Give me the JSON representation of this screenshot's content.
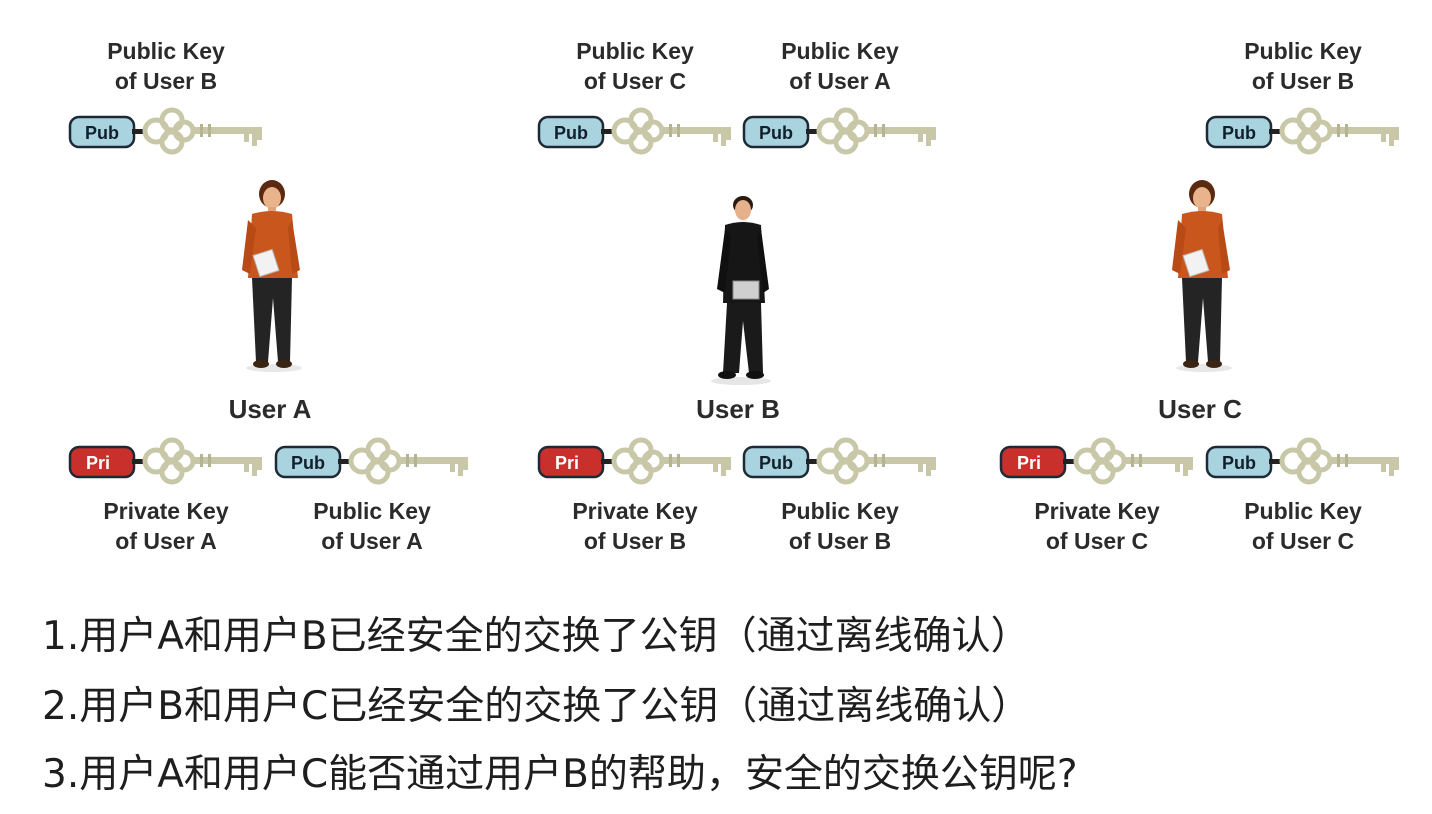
{
  "colors": {
    "pub_tag": "#a9d3df",
    "pri_tag": "#c9302c",
    "key_metal": "#c8c7a8"
  },
  "top_labels": [
    {
      "line1": "Public Key",
      "line2": "of User B"
    },
    {
      "line1": "Public Key",
      "line2": "of User C"
    },
    {
      "line1": "Public Key",
      "line2": "of User A"
    },
    {
      "line1": "Public Key",
      "line2": "of User B"
    }
  ],
  "users": [
    {
      "name": "User A"
    },
    {
      "name": "User B"
    },
    {
      "name": "User C"
    }
  ],
  "bottom_labels": [
    {
      "line1": "Private Key",
      "line2": "of User A"
    },
    {
      "line1": "Public Key",
      "line2": "of User A"
    },
    {
      "line1": "Private Key",
      "line2": "of User B"
    },
    {
      "line1": "Public Key",
      "line2": "of User B"
    },
    {
      "line1": "Private Key",
      "line2": "of User C"
    },
    {
      "line1": "Public Key",
      "line2": "of User C"
    }
  ],
  "key_tags": {
    "pub": "Pub",
    "pri": "Pri"
  },
  "questions": [
    "1.用户A和用户B已经安全的交换了公钥（通过离线确认）",
    "2.用户B和用户C已经安全的交换了公钥（通过离线确认）",
    "3.用户A和用户C能否通过用户B的帮助，安全的交换公钥呢?"
  ]
}
